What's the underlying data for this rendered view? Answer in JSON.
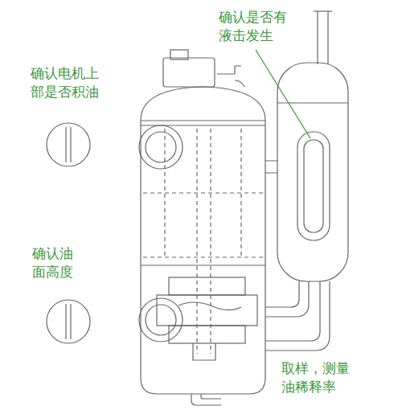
{
  "diagram": {
    "labels": [
      "确认是否有液击发生",
      "确认电机上部是否积油",
      "确认油面高度",
      "取样，测量油稀释率"
    ]
  }
}
